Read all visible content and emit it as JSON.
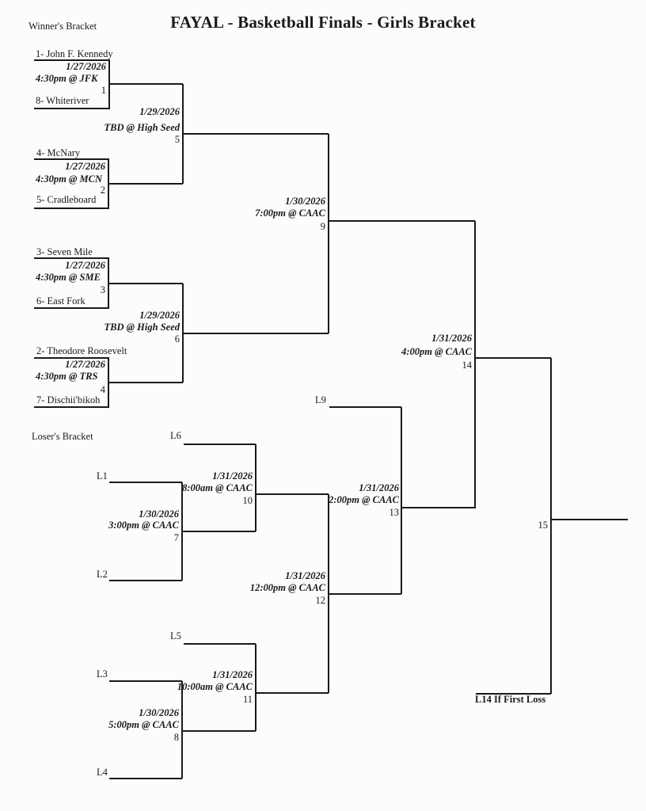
{
  "title": "FAYAL - Basketball Finals - Girls Bracket",
  "sections": {
    "winners_label": "Winner's Bracket",
    "losers_label": "Loser's Bracket"
  },
  "games": {
    "g1": {
      "num": "1",
      "team_top": "1- John F. Kennedy",
      "team_bottom": "8- Whiteriver",
      "date": "1/27/2026",
      "time": "4:30pm @ JFK"
    },
    "g2": {
      "num": "2",
      "team_top": "4- McNary",
      "team_bottom": "5- Cradleboard",
      "date": "1/27/2026",
      "time": "4:30pm @ MCN"
    },
    "g3": {
      "num": "3",
      "team_top": "3- Seven Mile",
      "team_bottom": "6- East Fork",
      "date": "1/27/2026",
      "time": "4:30pm @ SME"
    },
    "g4": {
      "num": "4",
      "team_top": "2- Theodore Roosevelt",
      "team_bottom": "7- Dischii'bikoh",
      "date": "1/27/2026",
      "time": "4:30pm @ TRS"
    },
    "g5": {
      "num": "5",
      "date": "1/29/2026",
      "time": "TBD @ High Seed"
    },
    "g6": {
      "num": "6",
      "date": "1/29/2026",
      "time": "TBD @ High Seed"
    },
    "g7": {
      "num": "7",
      "date": "1/30/2026",
      "time": "3:00pm @ CAAC"
    },
    "g8": {
      "num": "8",
      "date": "1/30/2026",
      "time": "5:00pm @ CAAC"
    },
    "g9": {
      "num": "9",
      "date": "1/30/2026",
      "time": "7:00pm @ CAAC"
    },
    "g10": {
      "num": "10",
      "date": "1/31/2026",
      "time": "8:00am @ CAAC"
    },
    "g11": {
      "num": "11",
      "date": "1/31/2026",
      "time": "10:00am @ CAAC"
    },
    "g12": {
      "num": "12",
      "date": "1/31/2026",
      "time": "12:00pm @ CAAC"
    },
    "g13": {
      "num": "13",
      "date": "1/31/2026",
      "time": "2:00pm @ CAAC"
    },
    "g14": {
      "num": "14",
      "date": "1/31/2026",
      "time": "4:00pm @ CAAC"
    },
    "g15": {
      "num": "15"
    }
  },
  "loser_slots": {
    "l1": "L1",
    "l2": "L2",
    "l3": "L3",
    "l4": "L4",
    "l5": "L5",
    "l6": "L6",
    "l9": "L9"
  },
  "footnote": "L14 If First Loss",
  "colors": {
    "background": "#fcfcfa",
    "line": "#1a1a1a",
    "text": "#1a1a1a"
  }
}
